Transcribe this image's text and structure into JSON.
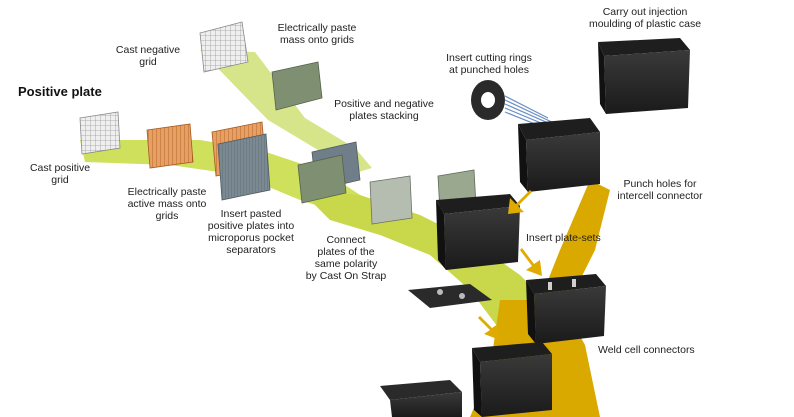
{
  "title": "Positive plate",
  "labels": {
    "cast_negative_grid": "Cast negative\ngrid",
    "paste_negative": "Electrically paste\nmass onto grids",
    "cast_positive_grid": "Cast positive\ngrid",
    "paste_positive": "Electrically paste\nactive mass onto\ngrids",
    "insert_pasted": "Insert pasted\npositive plates into\nmicroporus pocket\nseparators",
    "stacking": "Positive and negative\nplates stacking",
    "cutting_rings": "Insert cutting rings\nat punched holes",
    "injection_moulding": "Carry out injection\nmoulding of plastic case",
    "punch_holes": "Punch holes for\nintercell connector",
    "insert_plate_sets": "Insert plate-sets",
    "cast_on_strap": "Connect\nplates of the\nsame polarity\nby Cast On Strap",
    "weld_connectors": "Weld cell connectors"
  },
  "colors": {
    "negative_band": "#d7e58a",
    "positive_band": "#cfe05c",
    "main_band": "#c8d84a",
    "final_band": "#d9a900",
    "arrow": "#e0ab00",
    "grid_gray": "#c9c9c9",
    "copper": "#d98b45",
    "paste_green": "#7f8f72",
    "separator": "#6f7e88",
    "battery": "#2b2b2b"
  }
}
